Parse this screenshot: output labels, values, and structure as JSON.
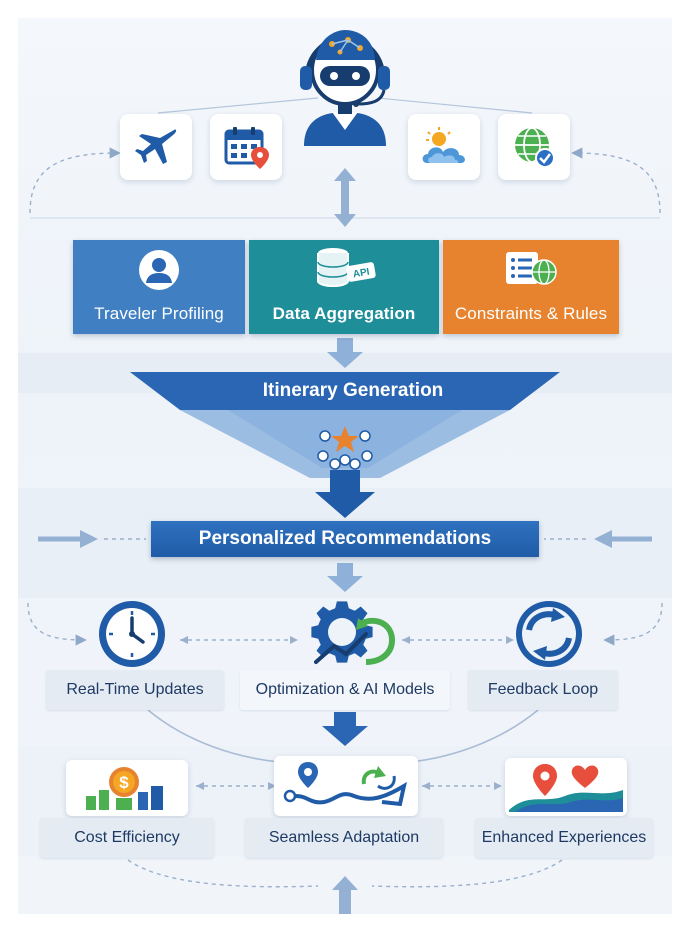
{
  "stages": [
    {
      "label": "Traveler Profiling",
      "color": "#3f7fc2"
    },
    {
      "label": "Data Aggregation",
      "color": "#1e8e99",
      "badge": "API"
    },
    {
      "label": "Constraints & Rules",
      "color": "#e7832f"
    }
  ],
  "generation": {
    "label": "Itinerary Generation"
  },
  "recommendations": {
    "label": "Personalized Recommendations"
  },
  "processes": [
    {
      "label": "Real-Time Updates"
    },
    {
      "label": "Optimization & AI Models"
    },
    {
      "label": "Feedback Loop"
    }
  ],
  "outcomes": [
    {
      "label": "Cost Efficiency",
      "icon_text": "$"
    },
    {
      "label": "Seamless Adaptation"
    },
    {
      "label": "Enhanced Experiences"
    }
  ],
  "colors": {
    "primary": "#1f5ba6",
    "teal": "#1e8e99",
    "orange": "#e7832f",
    "green": "#4caf50",
    "red": "#e84e3c",
    "navy": "#173d6e"
  }
}
